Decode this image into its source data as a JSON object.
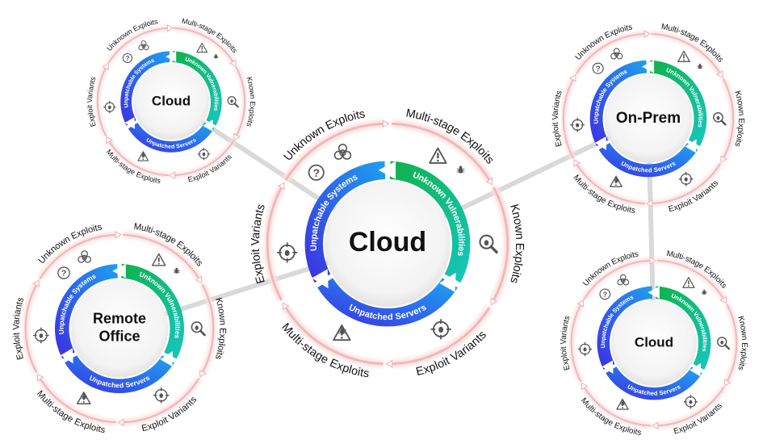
{
  "diagram": {
    "outer_labels": [
      "Unknown  Exploits",
      "Multi-stage Exploits",
      "Known  Exploits",
      "Exploit Variants",
      "Multi-stage Exploits",
      "Exploit Variants"
    ],
    "ring_labels": {
      "unknown_vulnerabilities": "Unknown Vulnerabilities",
      "unpatched_servers": "Unpatched Servers",
      "unpatchable_systems": "Unpatchable Systems"
    },
    "nodes": [
      {
        "id": "center",
        "title": "Cloud"
      },
      {
        "id": "top-left",
        "title": "Cloud"
      },
      {
        "id": "top-right",
        "title": "On-Prem"
      },
      {
        "id": "bottom-left",
        "title": "Remote Office"
      },
      {
        "id": "bottom-right",
        "title": "Cloud"
      }
    ],
    "colors": {
      "outer_ring": "#f3b7b7",
      "outer_glow": "#fbe1e1",
      "green": "#16b24a",
      "teal": "#16c4c8",
      "blue": "#1e88e8",
      "indigo": "#3b2ce0",
      "connector": "#d9d9d9"
    },
    "icons": [
      "biohazard-icon",
      "question-icon",
      "warning-icon",
      "bug-icon",
      "magnifier-icon",
      "target-icon"
    ]
  }
}
